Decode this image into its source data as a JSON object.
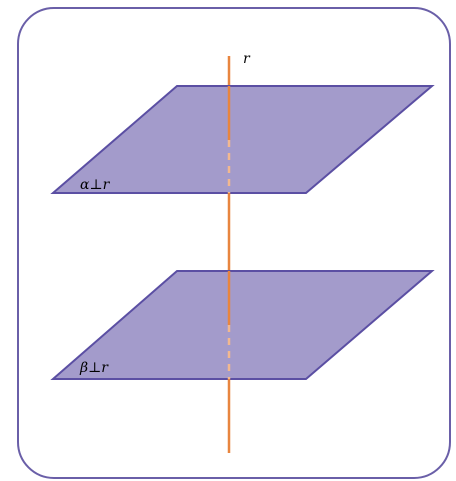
{
  "diagram": {
    "line_label": "r",
    "plane_top_label": "α⊥r",
    "plane_bottom_label": "β⊥r"
  },
  "colors": {
    "frame_stroke": "#6a5fa8",
    "plane_fill": "#a39bcb",
    "plane_stroke": "#5b4fa3",
    "line_color": "#e8853f",
    "hidden_line_color": "#f2b88f",
    "label_color": "#000000"
  }
}
